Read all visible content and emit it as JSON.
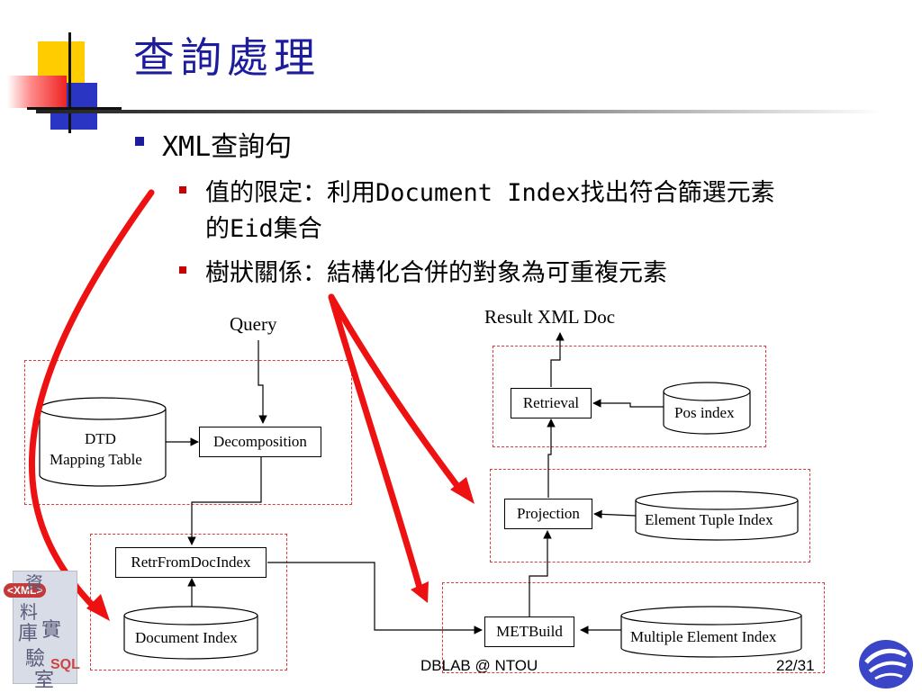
{
  "slide": {
    "title": "查詢處理",
    "bullets": {
      "level1": "XML查詢句",
      "item1_line1": "值的限定：利用Document Index找出符合篩選元素",
      "item1_line2": "的Eid集合",
      "item2": "樹狀關係：結構化合併的對象為可重複元素"
    }
  },
  "diagram": {
    "query_label": "Query",
    "result_label": "Result XML Doc",
    "nodes": {
      "dtd_line1": "DTD",
      "dtd_line2": "Mapping Table",
      "decomposition": "Decomposition",
      "retr_from_doc_index": "RetrFromDocIndex",
      "document_index": "Document Index",
      "met_build": "METBuild",
      "multiple_element_index": "Multiple Element Index",
      "projection": "Projection",
      "element_tuple_index": "Element Tuple Index",
      "retrieval": "Retrieval",
      "pos_index": "Pos index"
    },
    "logo_text": {
      "xml": "<XML>",
      "sql": "SQL",
      "chars": [
        "資",
        "料",
        "庫",
        "實",
        "驗",
        "室"
      ]
    }
  },
  "footer": {
    "center": "DBLAB @ NTOU",
    "page": "22/31"
  },
  "colors": {
    "title": "#1c1c9c",
    "arrow_red": "#ee1111",
    "dash_red": "#e23a3a",
    "deco_yellow": "#ffcc00",
    "deco_blue": "#2233bb",
    "deco_red": "#ee3333"
  }
}
